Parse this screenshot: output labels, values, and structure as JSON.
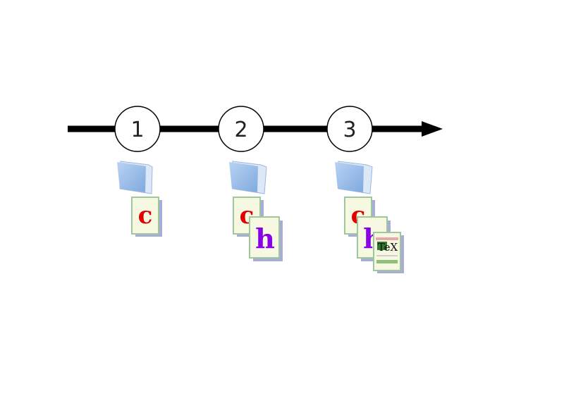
{
  "timeline": {
    "steps": [
      {
        "label": "1",
        "files": [
          "c"
        ]
      },
      {
        "label": "2",
        "files": [
          "c",
          "h"
        ]
      },
      {
        "label": "3",
        "files": [
          "c",
          "h",
          "TeX"
        ]
      }
    ]
  },
  "file_types": {
    "c": {
      "glyph": "c",
      "color": "#e00000"
    },
    "h": {
      "glyph": "h",
      "color": "#8a00e6"
    },
    "TeX": {
      "glyph": "TEX",
      "color": "#111111"
    }
  },
  "colors": {
    "arrow": "#000000",
    "circle_fill": "#ffffff",
    "circle_stroke": "#000000",
    "folder": "#8fb8e8",
    "paper": "#f7f8e2",
    "paper_border": "#9fc89a",
    "shadow": "#a9acd6"
  }
}
